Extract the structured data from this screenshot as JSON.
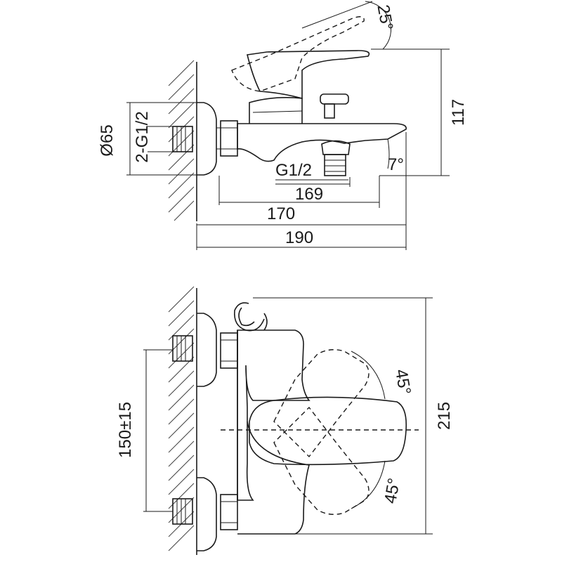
{
  "side_view": {
    "angle_top": "25°",
    "height": "117",
    "diameter": "Ø65",
    "inlet": "2-G1/2",
    "outlet_thread": "G1/2",
    "spout_angle": "7°",
    "dim_169": "169",
    "dim_170": "170",
    "dim_190": "190"
  },
  "front_view": {
    "height": "215",
    "spacing": "150±15",
    "angle_upper": "45°",
    "angle_lower": "45°"
  }
}
